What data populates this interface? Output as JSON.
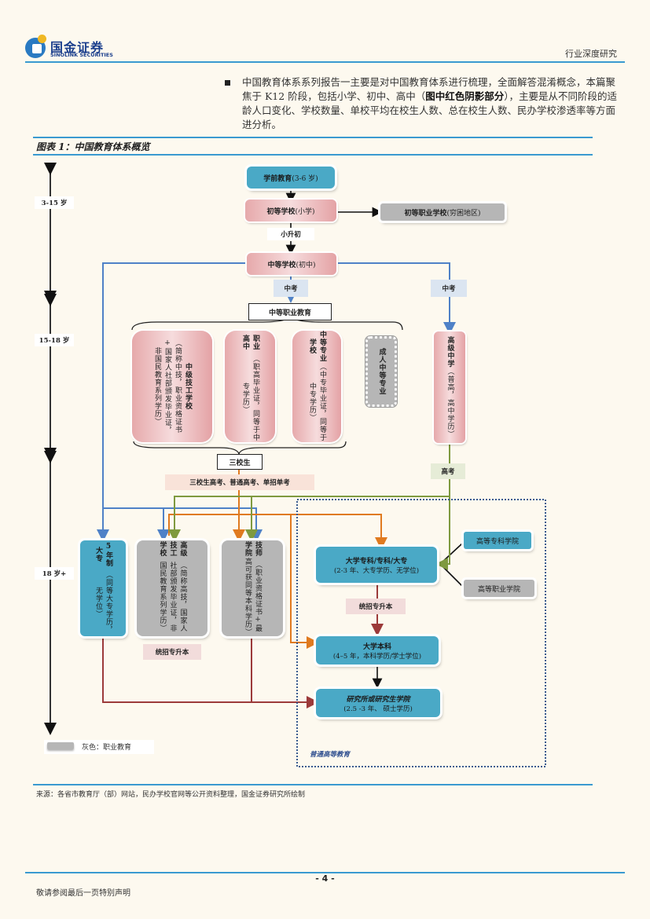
{
  "header": {
    "logo_cn": "国金证券",
    "logo_en": "SINOLINK SECURITIES",
    "report_type": "行业深度研究"
  },
  "intro": {
    "text_1": "中国教育体系系列报告一主要是对中国教育体系进行梳理，全面解答混淆概念，本篇聚焦于 K12 阶段，包括小学、初中、高中（",
    "text_bold": "图中红色阴影部分",
    "text_2": "），主要是从不同阶段的适龄人口变化、学校数量、单校平均在校生人数、总在校生人数、民办学校渗透率等方面进分析。"
  },
  "figure": {
    "title": "图表 1：中国教育体系概览",
    "age_labels": [
      "3-15 岁",
      "15-18 岁",
      "18 岁+"
    ],
    "nodes": {
      "preschool": {
        "bold": "学前教育",
        "note": "(3-6 岁)"
      },
      "primary": {
        "bold": "初等学校",
        "note": "(小学)"
      },
      "primary_vocational": {
        "bold": "初等职业学校",
        "note": "(穷困地区)"
      },
      "transition_primary": "小升初",
      "junior": {
        "bold": "中等学校",
        "note": "(初中)"
      },
      "zhongkao_left": "中考",
      "zhongkao_right": "中考",
      "secondary_vocational": "中等职业教育",
      "technical_school": {
        "bold": "中级技工学校",
        "note": "（简称中技，职业资格证书+国家人社部颁发毕业证，非国民教育系列学历）"
      },
      "vocational_high": {
        "bold": "职业高中",
        "note": "（职高毕业证，同等于中专学历）"
      },
      "specialized_secondary": {
        "bold": "中等专业学校",
        "note": "（中专毕业证，同等于中专学历）"
      },
      "adult_secondary": "成人中等专业",
      "senior_high": {
        "bold": "高级中学",
        "note": "（普高，高中学历）"
      },
      "three_school": "三校生",
      "three_school_exams": "三校生高考、普通高考、单招单考",
      "gaokao": "高考",
      "five_year_college": {
        "bold": "5年制大专",
        "note": "（同等大专学历，无学位）"
      },
      "senior_technical": {
        "bold": "高级技工学校",
        "note": "（简称高技，国家人社部颁发毕业证，非国民教育系列学历）"
      },
      "technician_college": {
        "bold": "技师学院",
        "note": "（职业资格证书+最高可获同等本科学历）"
      },
      "upgrade_left": "统招专升本",
      "junior_college": {
        "bold": "大学专科/专科/大专",
        "note": "(2-3 年、大专学历、无学位)"
      },
      "higher_specialized": "高等专科学院",
      "higher_vocational": "高等职业学院",
      "upgrade_right": "统招专升本",
      "undergraduate": {
        "bold": "大学本科",
        "note": "(4–5 年，本科学历/学士学位)"
      },
      "graduate": {
        "bold": "研究所或研究生学院",
        "note": "(2.5 -3 年、 硕士学历)"
      },
      "higher_ed_region": "普通高等教育"
    },
    "legend": {
      "label": "灰色：职业教育"
    },
    "colors": {
      "teal": "#4aa9c6",
      "pink": "#e6a9ab",
      "gray": "#b6b6b6",
      "blue_line": "#4f81c7",
      "orange_line": "#e07a1f",
      "green_line": "#7f9a3f",
      "red_line": "#9c3a3a"
    }
  },
  "source": "来源：各省市教育厅（部）网站，民办学校官网等公开资料整理，国金证券研究所绘制",
  "footer": {
    "page": "- 4 -",
    "disclaimer": "敬请参阅最后一页特别声明"
  }
}
